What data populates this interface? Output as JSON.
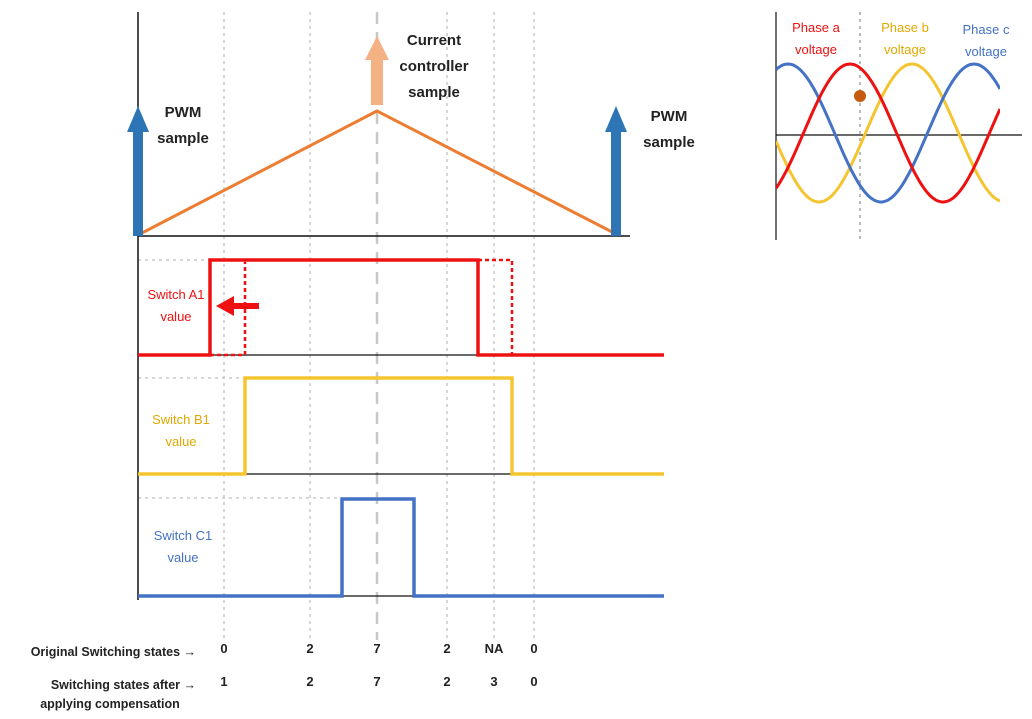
{
  "colors": {
    "phase_a": "#ee1111",
    "phase_b": "#f5c531",
    "phase_c": "#4472c4",
    "carrier": "#ed7d31",
    "pwm_arrow": "#2e75b6",
    "controller_arrow": "#f4b183",
    "marker": "#c55a11",
    "grid": "#c8c8c8"
  },
  "top": {
    "pwm_sample_left": [
      "PWM",
      "sample"
    ],
    "pwm_sample_right": [
      "PWM",
      "sample"
    ],
    "current_controller": [
      "Current",
      "controller",
      "sample"
    ]
  },
  "switches": {
    "a1": [
      "Switch A1",
      "value"
    ],
    "b1": [
      "Switch B1",
      "value"
    ],
    "c1": [
      "Switch C1",
      "value"
    ]
  },
  "rows": {
    "original_label": "Original Switching states →",
    "original_values": [
      "0",
      "2",
      "7",
      "2",
      "NA",
      "0"
    ],
    "after_label": [
      "Switching states after →",
      "applying compensation"
    ],
    "after_values": [
      "1",
      "2",
      "7",
      "2",
      "3",
      "0"
    ]
  },
  "inset": {
    "phase_a": [
      "Phase a",
      "voltage"
    ],
    "phase_b": [
      "Phase b",
      "voltage"
    ],
    "phase_c": [
      "Phase c",
      "voltage"
    ]
  },
  "icons": [
    "arrow-up-icon",
    "arrow-left-icon",
    "intersection-dot-icon"
  ]
}
